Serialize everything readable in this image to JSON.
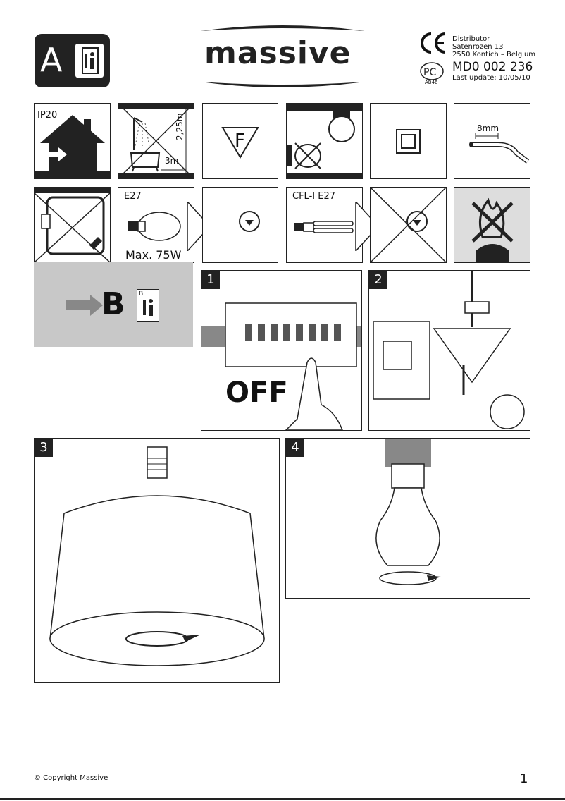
{
  "header": {
    "section_letter": "A",
    "brand": "massive",
    "distributor": [
      "Distributor",
      "Satenrozen 13",
      "2550 Kontich – Belgium"
    ],
    "model": "MD0 002 236",
    "last_update": "Last update: 10/05/10",
    "cert_code": "AB46"
  },
  "icons_row1": {
    "ip": "IP20",
    "bath_height": "2,25m",
    "bath_distance": "3m",
    "f_mark": "F",
    "strip_length": "8mm"
  },
  "icons_row2": {
    "e27_label": "E27",
    "max_watt": "Max. 75W",
    "cfl_label": "CFL-I  E27"
  },
  "ref_b": {
    "letter": "B",
    "mini_letter": "B"
  },
  "steps": [
    {
      "number": "1",
      "text": "OFF"
    },
    {
      "number": "2"
    },
    {
      "number": "3"
    },
    {
      "number": "4"
    }
  ],
  "footer": {
    "copyright": "© Copyright Massive",
    "page": "1"
  }
}
